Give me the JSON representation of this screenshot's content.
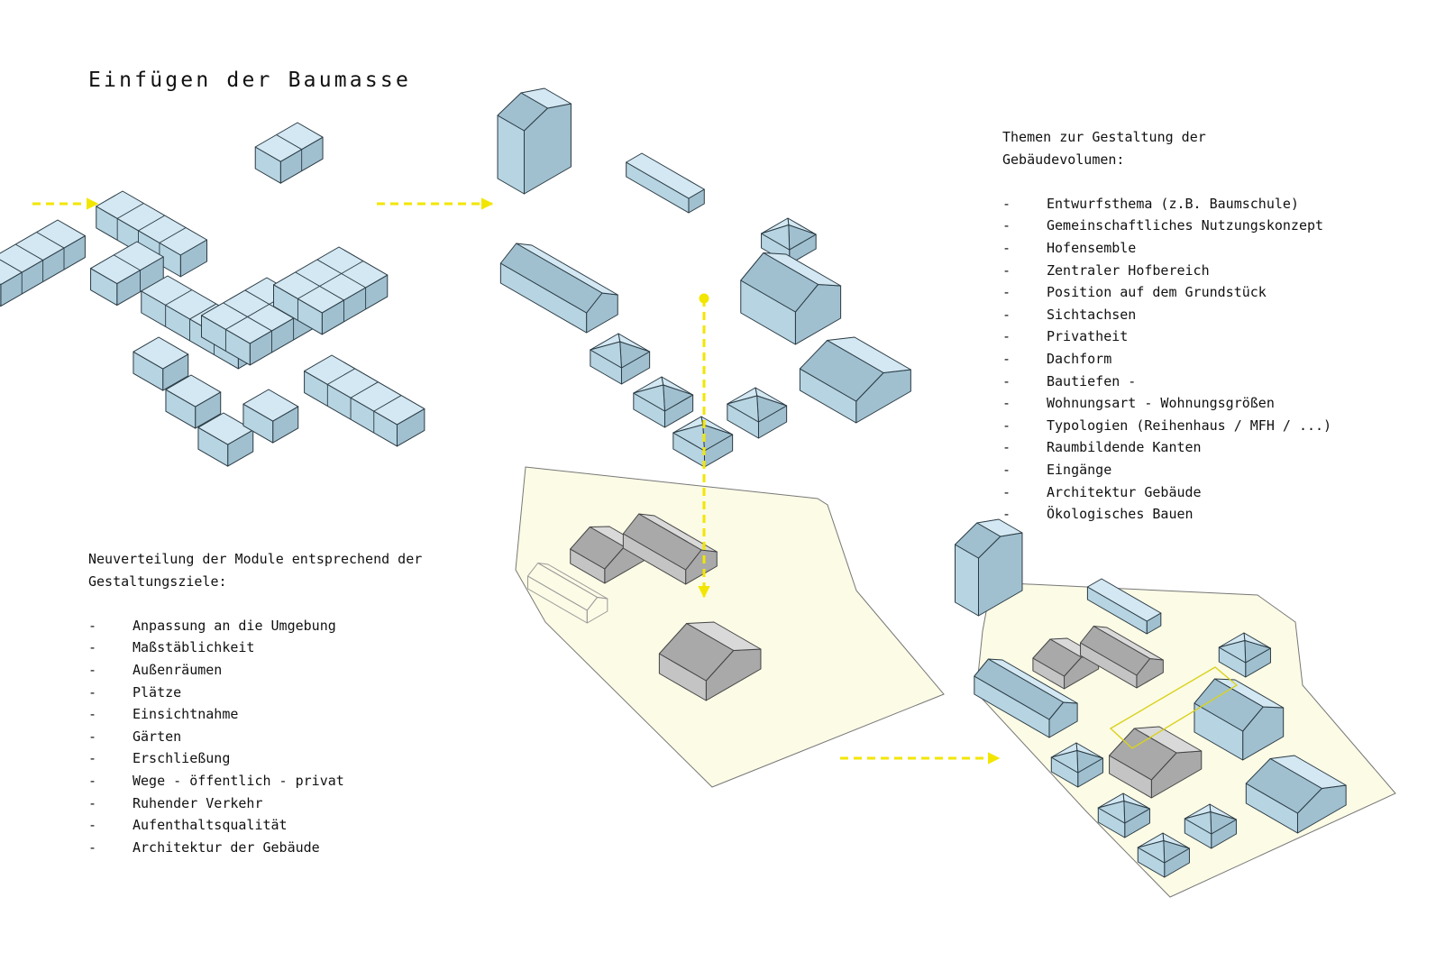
{
  "title": "Einfügen der Baumasse",
  "left_text": {
    "heading": "Neuverteilung der Module entsprechend der\nGestaltungsziele:",
    "items": [
      "Anpassung an die Umgebung",
      "Maßstäblichkeit",
      "Außenräumen",
      "Plätze",
      "Einsichtnahme",
      "Gärten",
      "Erschließung",
      "Wege - öffentlich - privat",
      "Ruhender Verkehr",
      "Aufenthaltsqualität",
      "Architektur der Gebäude"
    ]
  },
  "right_text": {
    "heading": "Themen zur Gestaltung der\nGebäudevolumen:",
    "items": [
      "Entwurfsthema (z.B. Baumschule)",
      "Gemeinschaftliches Nutzungskonzept",
      "Hofensemble",
      "Zentraler Hofbereich",
      "Position auf dem Grundstück",
      "Sichtachsen",
      "Privatheit",
      "Dachform",
      "Bautiefen -",
      "Wohnungsart - Wohnungsgrößen",
      "Typologien (Reihenhaus / MFH / ...)",
      "Raumbildende Kanten",
      "Eingänge",
      "Architektur Gebäude",
      "Ökologisches Bauen"
    ]
  },
  "bullet_marker": "-",
  "colors": {
    "module_top": "#d3e8f2",
    "module_side_light": "#b7d4e2",
    "module_side_dark": "#a0c0d0",
    "module_edge": "#2b3b44",
    "site_fill": "#fcfbe6",
    "arrow": "#f2e600",
    "existing_gray": "#c8c8c8",
    "highlight_outline": "#d9d21e"
  }
}
